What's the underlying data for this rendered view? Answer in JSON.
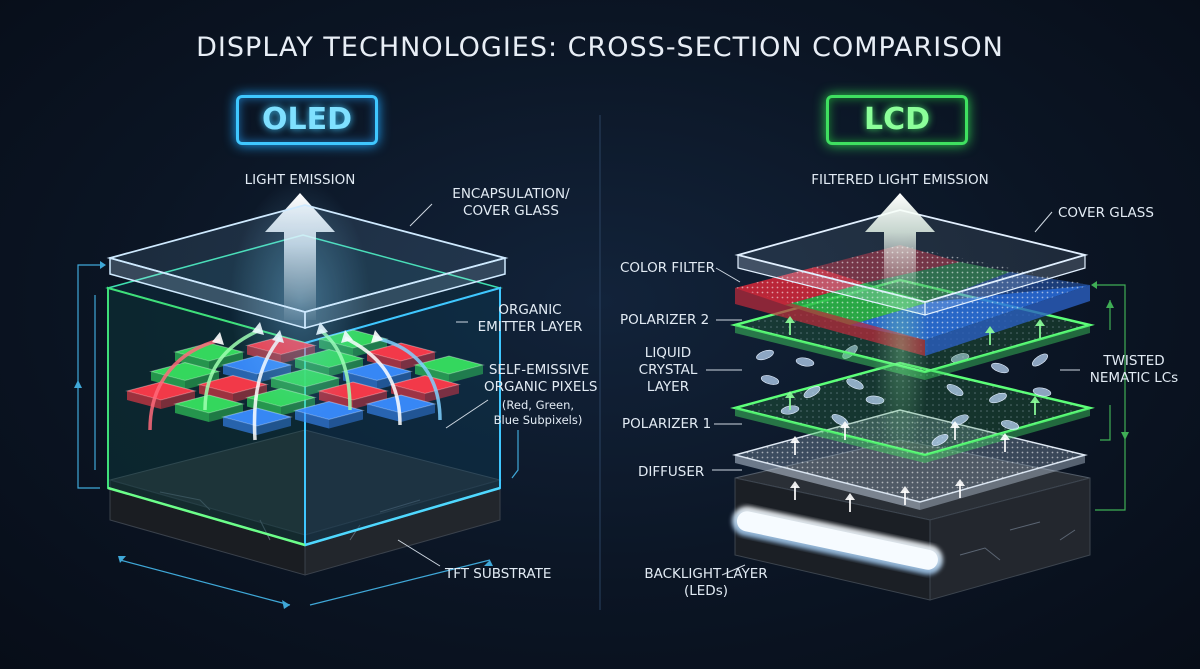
{
  "title": "DISPLAY TECHNOLOGIES: CROSS-SECTION COMPARISON",
  "oled": {
    "badge": "OLED",
    "light_emission": "LIGHT EMISSION",
    "encapsulation": [
      "ENCAPSULATION/",
      "COVER GLASS"
    ],
    "organic_emitter": [
      "ORGANIC",
      "EMITTER LAYER"
    ],
    "self_emissive": [
      "SELF-EMISSIVE",
      "ORGANIC PIXELS"
    ],
    "subpixels_note": [
      "(Red, Green,",
      "Blue Subpixels)"
    ],
    "tft": "TFT SUBSTRATE"
  },
  "lcd": {
    "badge": "LCD",
    "filtered_emission": "FILTERED LIGHT EMISSION",
    "cover_glass": "COVER GLASS",
    "color_filter": "COLOR FILTER",
    "polarizer2": "POLARIZER 2",
    "liquid_crystal": [
      "LIQUID",
      "CRYSTAL",
      "LAYER"
    ],
    "twisted": [
      "TWISTED",
      "NEMATIC LCs"
    ],
    "polarizer1": "POLARIZER 1",
    "diffuser": "DIFFUSER",
    "backlight": [
      "BACKLIGHT LAYER",
      "(LEDs)"
    ]
  },
  "colors": {
    "oled_accent": "#3fc7ff",
    "lcd_accent": "#3fe060",
    "red": "#ff3a4a",
    "green": "#37e060",
    "blue": "#3a8cff"
  }
}
